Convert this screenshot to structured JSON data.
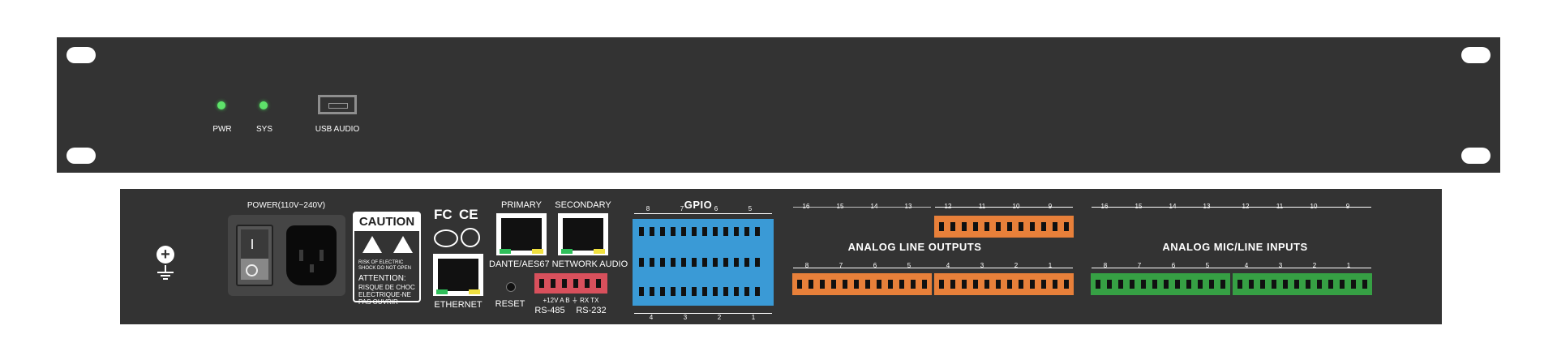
{
  "front": {
    "leds": [
      {
        "label": "PWR",
        "color": "#5ee36a"
      },
      {
        "label": "SYS",
        "color": "#5ee36a"
      }
    ],
    "usb_label": "USB AUDIO"
  },
  "rear": {
    "power_label": "POWER(110V~240V)",
    "caution": {
      "title": "CAUTION",
      "risk_text": "RISK OF ELECTRIC SHOCK DO NOT OPEN",
      "attention": "ATTENTION:",
      "attention_text": "RISQUE DE CHOC ELECTRIQUE-NE PAS OUVRIR"
    },
    "cert_fc": "FC",
    "cert_ce": "CE",
    "ethernet_label": "ETHERNET",
    "primary_label": "PRIMARY",
    "secondary_label": "SECONDARY",
    "dante_label": "DANTE/AES67 NETWORK AUDIO",
    "reset_label": "RESET",
    "serial_pins": "+12V  A   B   ⏚  RX  TX",
    "rs485_label": "RS-485",
    "rs232_label": "RS-232",
    "gpio_label": "GPIO",
    "gpio_top_numbers": [
      "8",
      "7",
      "6",
      "5"
    ],
    "gpio_bottom_numbers": [
      "4",
      "3",
      "2",
      "1"
    ],
    "analog_out_label": "ANALOG LINE OUTPUTS",
    "analog_in_label": "ANALOG MIC/LINE INPUTS",
    "out_top_numbers": [
      "12",
      "11",
      "10",
      "9"
    ],
    "out_bottom_numbers": [
      "8",
      "7",
      "6",
      "5",
      "4",
      "3",
      "2",
      "1"
    ],
    "out_top_faded_numbers": [
      "16",
      "15",
      "14",
      "13"
    ],
    "in_top_numbers": [
      "16",
      "15",
      "14",
      "13",
      "12",
      "11",
      "10",
      "9"
    ],
    "in_bottom_numbers": [
      "8",
      "7",
      "6",
      "5",
      "4",
      "3",
      "2",
      "1"
    ],
    "colors": {
      "gpio": "#3a9ad6",
      "serial": "#d8505c",
      "outputs": "#e8803a",
      "inputs": "#36a044"
    }
  }
}
